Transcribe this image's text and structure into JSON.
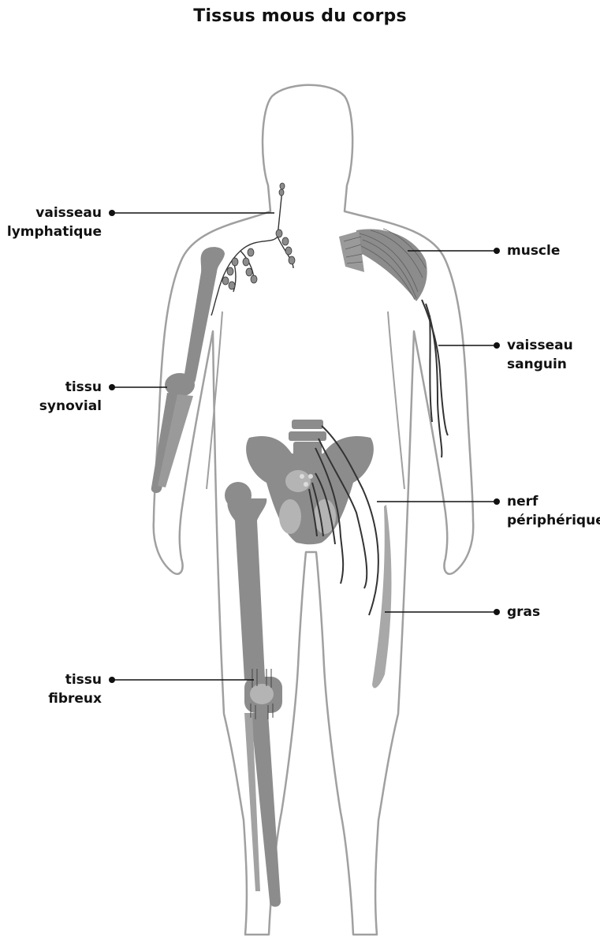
{
  "title": "Tissus mous du corps",
  "labels": {
    "lymph": {
      "line1": "vaisseau",
      "line2": "lymphatique"
    },
    "synovial": {
      "line1": "tissu",
      "line2": "synovial"
    },
    "fibrous": {
      "line1": "tissu",
      "line2": "fibreux"
    },
    "muscle": {
      "line1": "muscle"
    },
    "blood": {
      "line1": "vaisseau",
      "line2": "sanguin"
    },
    "nerve": {
      "line1": "nerf",
      "line2": "périphérique"
    },
    "fat": {
      "line1": "gras"
    }
  },
  "colors": {
    "outline": "#a0a0a0",
    "bone": "#8c8c8c",
    "bone_dark": "#6e6e6e",
    "tissue_line": "#333333",
    "leader": "#111111"
  }
}
